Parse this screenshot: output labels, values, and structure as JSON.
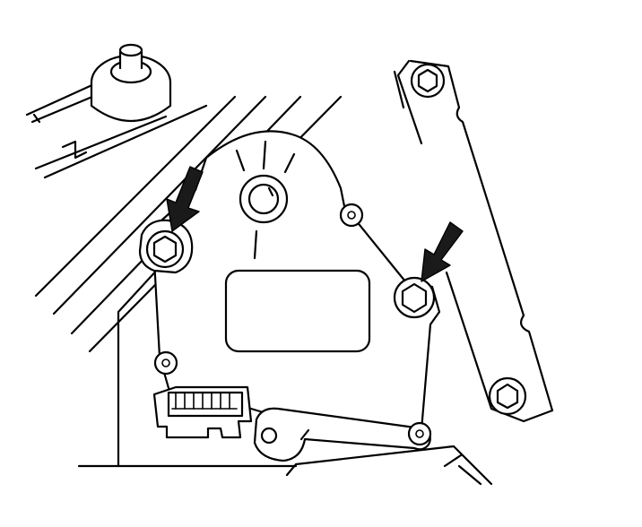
{
  "figure": {
    "subject": "actuator-mounting-illustration",
    "colors": {
      "line": "#000000",
      "background": "#ffffff",
      "arrow": "#1a1a1a"
    },
    "callouts": [
      {
        "name": "upper-left-fastener-arrow",
        "points_to": "actuator-fastener"
      },
      {
        "name": "right-fastener-arrow",
        "points_to": "actuator-fastener"
      }
    ]
  }
}
